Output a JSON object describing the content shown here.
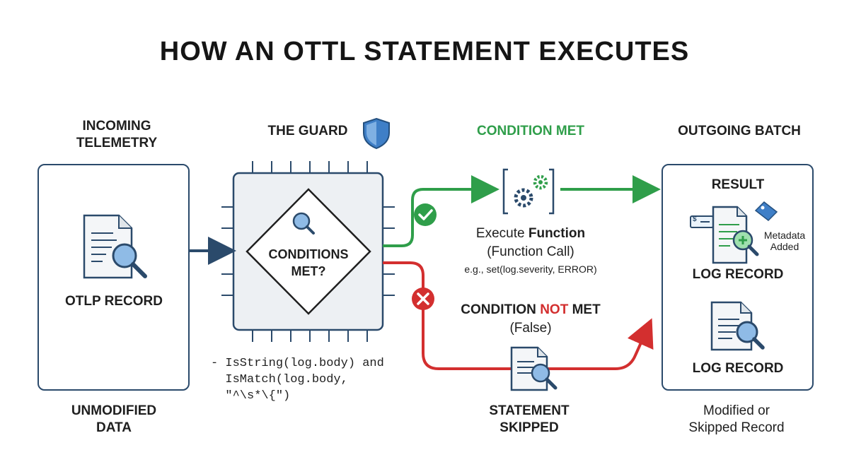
{
  "title": "HOW AN OTTL STATEMENT EXECUTES",
  "columns": {
    "incoming": "INCOMING\nTELEMETRY",
    "guard": "THE GUARD",
    "condition_met": "CONDITION MET",
    "outgoing": "OUTGOING BATCH"
  },
  "incoming_box": {
    "label": "OTLP RECORD"
  },
  "incoming_footer": "UNMODIFIED\nDATA",
  "guard_box": {
    "label": "CONDITIONS\nMET?"
  },
  "guard_code": "- IsString(log.body) and\n  IsMatch(log.body,\n  \"^\\s*\\{\")",
  "met_branch": {
    "execute_prefix": "Execute ",
    "execute_bold": "Function",
    "call": "(Function Call)",
    "example": "e.g., set(log.severity, ERROR)"
  },
  "not_met_branch": {
    "prefix": "CONDITION ",
    "not": "NOT",
    "suffix": " MET",
    "false": "(False)",
    "skipped": "STATEMENT\nSKIPPED"
  },
  "outgoing_box": {
    "result": "RESULT",
    "metadata": "Metadata\nAdded",
    "dollar": "$",
    "log_record_1": "LOG RECORD",
    "log_record_2": "LOG RECORD"
  },
  "outgoing_footer": "Modified or\nSkipped Record",
  "colors": {
    "green": "#2f9e4a",
    "red": "#d32f2f",
    "navy": "#2b4a6b",
    "magnifier": "#6a9fd4"
  }
}
